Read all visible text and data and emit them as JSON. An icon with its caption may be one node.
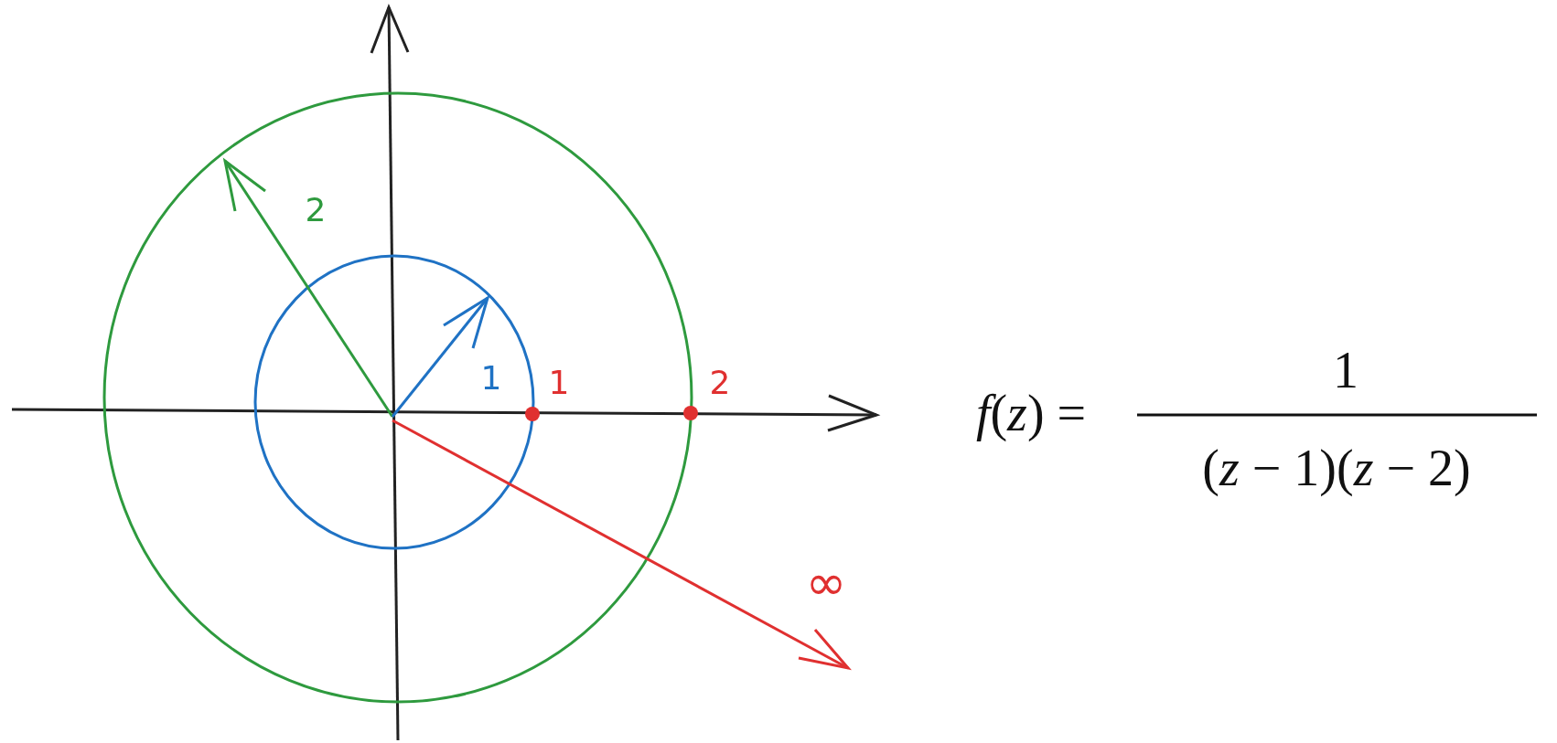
{
  "diagram": {
    "labels": [
      "2",
      "1",
      "1",
      "2",
      "∞",
      "*f*(*z*) =",
      "1",
      "(*z* − 1)(*z* − 2)"
    ]
  }
}
